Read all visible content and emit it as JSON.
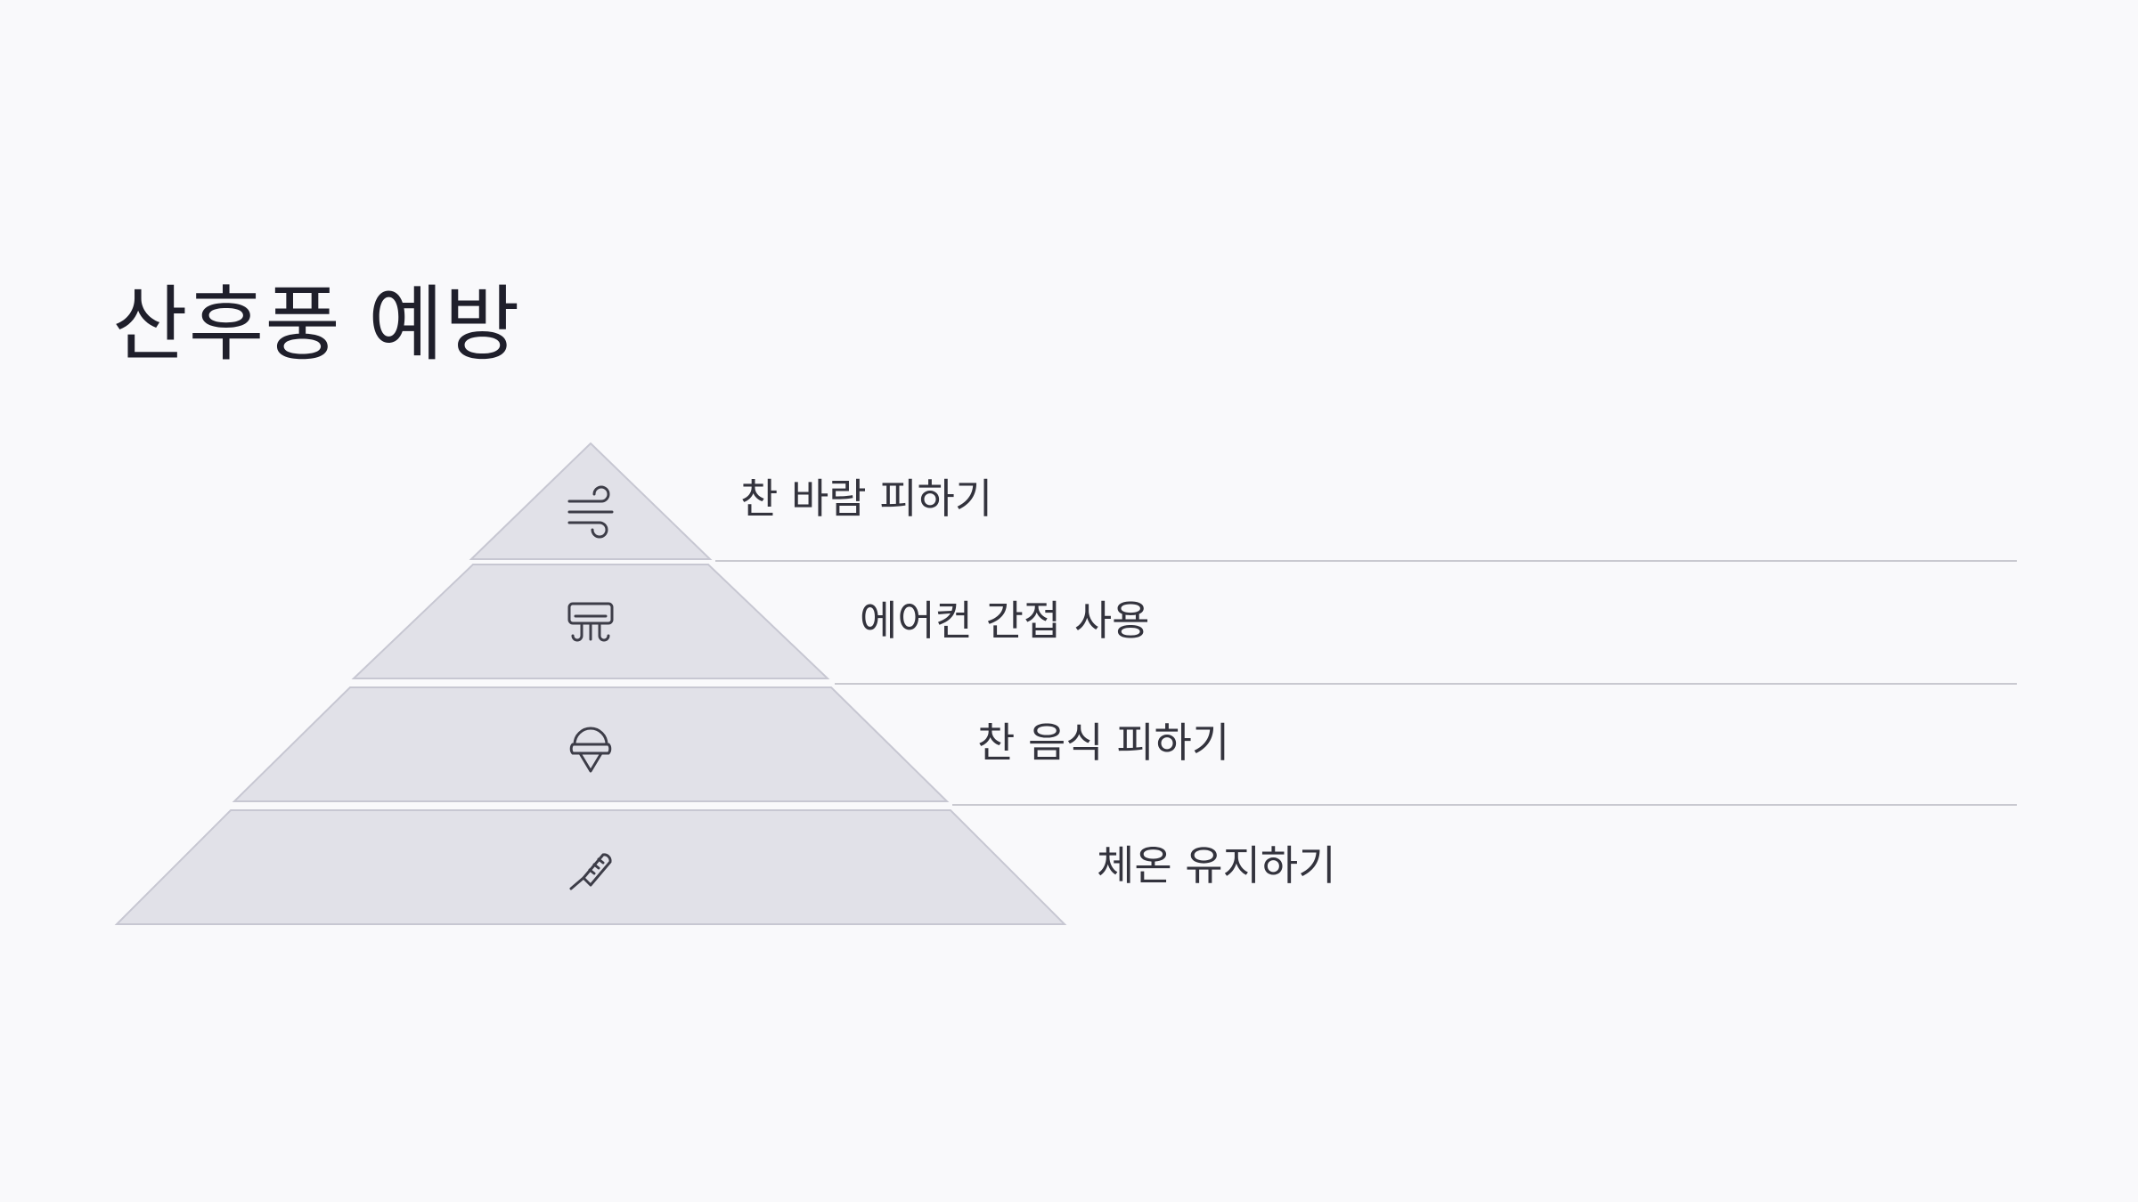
{
  "title": "산후풍 예방",
  "tiers": [
    {
      "label": "찬 바람 피하기",
      "icon": "wind-icon"
    },
    {
      "label": "에어컨 간접 사용",
      "icon": "air-conditioner-icon"
    },
    {
      "label": "찬 음식 피하기",
      "icon": "ice-cream-icon"
    },
    {
      "label": "체온 유지하기",
      "icon": "thermometer-icon"
    }
  ],
  "colors": {
    "background": "#f9f9fb",
    "tier_fill": "#e1e1e8",
    "tier_stroke": "#c7c7d2",
    "text": "#1f1f2b"
  }
}
